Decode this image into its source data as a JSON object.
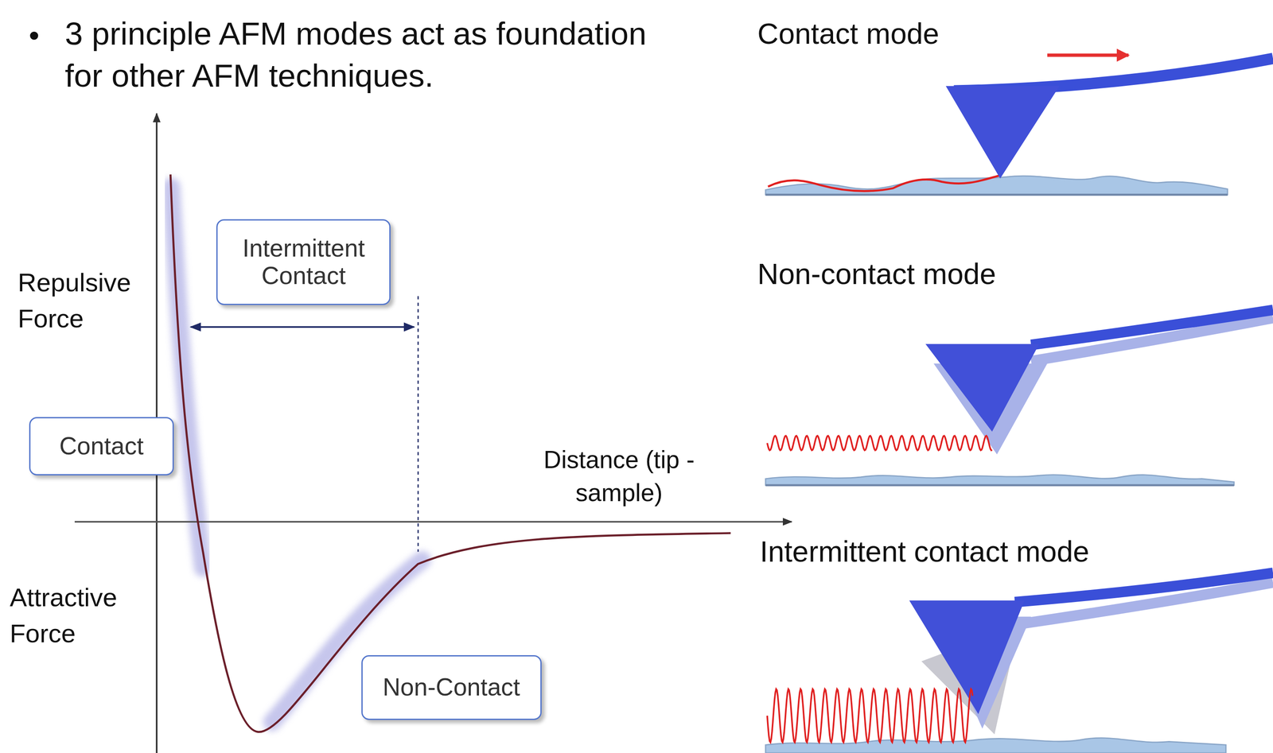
{
  "diagram": {
    "nodes": [
      {
        "text": [
          "Intermittent Contact"
        ]
      },
      {
        "text": [
          "Contact"
        ]
      },
      {
        "text": [
          "Non-Contact"
        ]
      }
    ],
    "labels": [
      "3 principle AFM modes act as foundation for other AFM techniques.",
      "Repulsive Force",
      "Attractive Force",
      "Distance (tip - sample)",
      "Contact mode",
      "Non-contact mode",
      "Intermittent contact mode"
    ]
  }
}
